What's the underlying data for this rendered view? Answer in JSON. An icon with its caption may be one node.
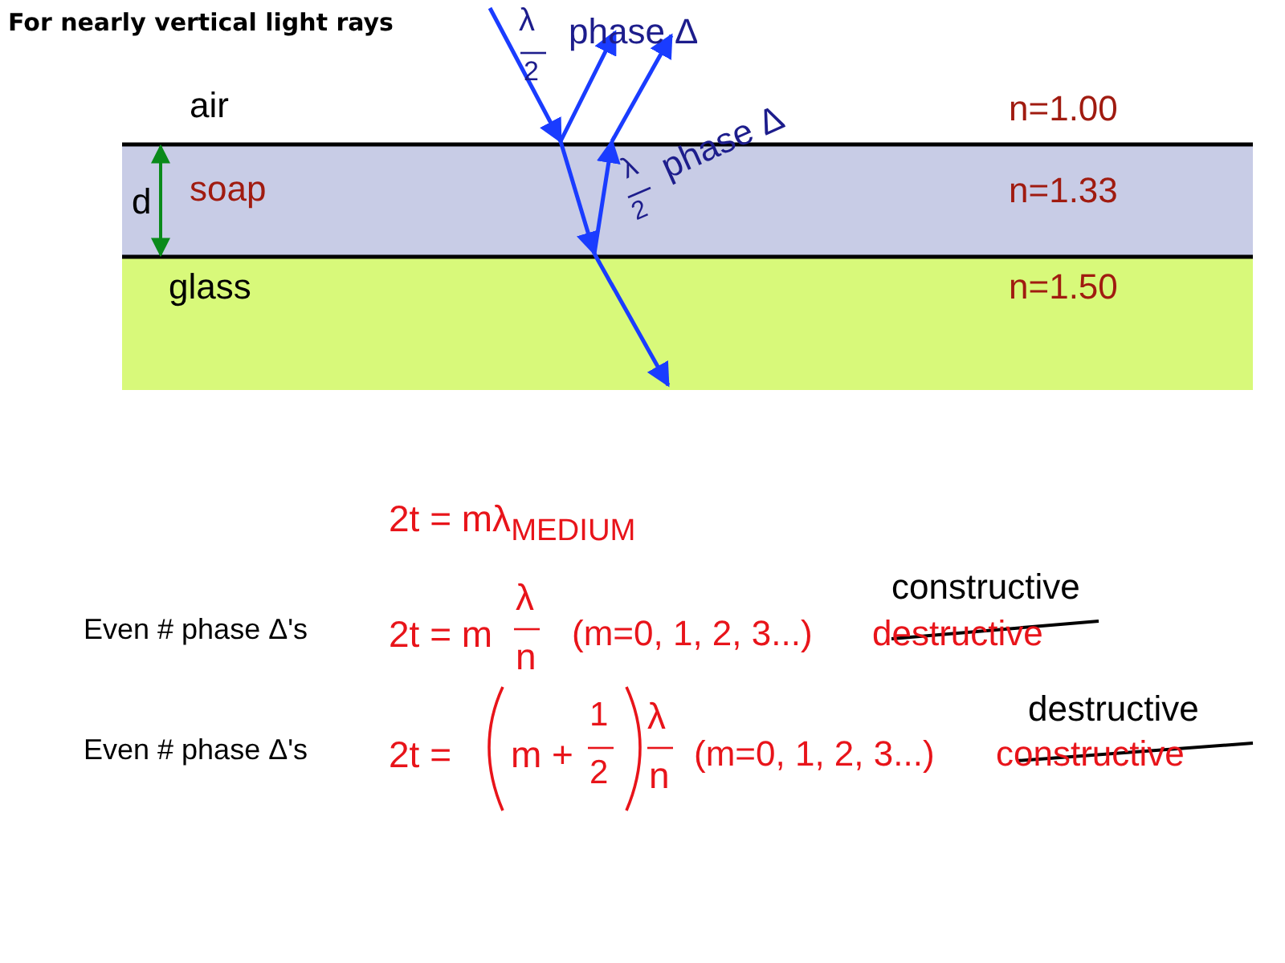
{
  "diagram": {
    "labels": [
      "For nearly vertical light rays",
      "λ",
      "2",
      "phase Δ",
      "air",
      "n=1.00",
      "d",
      "soap",
      "λ",
      "2",
      "phase Δ",
      "n=1.33",
      "glass",
      "n=1.50",
      "2t = mλ$_{MEDIUM}$",
      "Even # phase Δ's",
      "2t = m",
      "λ",
      "n",
      "(m=0, 1, 2, 3...)",
      "constructive",
      "destructive",
      "Even # phase Δ's",
      "2t =",
      "m +",
      "1",
      "2",
      "λ",
      "n",
      "(m=0, 1, 2, 3...)",
      "destructive",
      "constructive"
    ]
  }
}
